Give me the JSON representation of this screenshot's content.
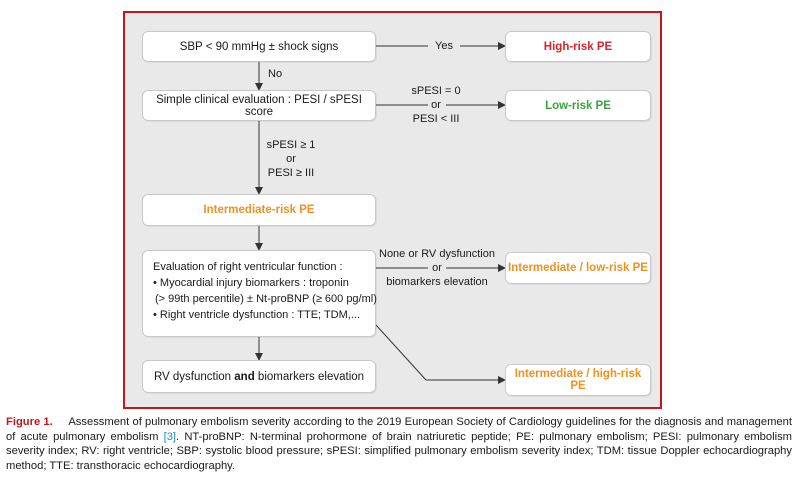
{
  "colors": {
    "frame_border": "#c4161c",
    "frame_bg": "#e9e9e9",
    "high_risk": "#d9232b",
    "low_risk": "#3aa33c",
    "intermediate": "#f0901f",
    "caption_label": "#c4161c",
    "ref_link": "#1a8fc2"
  },
  "boxes": {
    "sbp": "SBP < 90 mmHg ± shock signs",
    "simple_eval": "Simple clinical evaluation : PESI / sPESI score",
    "intermediate": "Intermediate-risk PE",
    "rv_eval": {
      "title": "Evaluation of right ventricular function :",
      "line1": "• Myocardial injury biomarkers : troponin",
      "line2": "(> 99th percentile) ± Nt-proBNP (≥ 600 pg/ml)",
      "line3": "• Right ventricle dysfunction : TTE; TDM,..."
    },
    "rv_dysfunction": {
      "part1": "RV dysfunction ",
      "bold": "and",
      "part2": " biomarkers elevation"
    },
    "high_risk": "High-risk PE",
    "low_risk": "Low-risk PE",
    "intermediate_low": "Intermediate / low-risk PE",
    "intermediate_high": "Intermediate / high-risk PE"
  },
  "arrow_labels": {
    "yes": "Yes",
    "no": "No",
    "spesi_zero_line1": "sPESI = 0",
    "spesi_zero_or": "or",
    "spesi_zero_line2": "PESI < III",
    "spesi_ge1_line1": "sPESI ≥ 1",
    "spesi_ge1_or": "or",
    "spesi_ge1_line2": "PESI ≥ III",
    "none_rv_line1": "None or RV dysfunction",
    "none_rv_or": "or",
    "none_rv_line2": "biomarkers elevation"
  },
  "caption": {
    "label": "Figure 1.",
    "text_part1": "Assessment of pulmonary embolism severity according to the 2019 European Society of Cardiology guidelines for the diagnosis and management of acute pulmonary embolism ",
    "ref": "[3]",
    "text_part2": ". NT-proBNP: N-terminal prohormone of brain natriuretic peptide; PE: pulmonary embolism; PESI: pulmonary embolism severity index; RV: right ventricle; SBP: systolic blood pressure; sPESI: simplified pulmonary embolism severity index; TDM: tissue Doppler echocardiography method; TTE: transthoracic echocardiography."
  }
}
